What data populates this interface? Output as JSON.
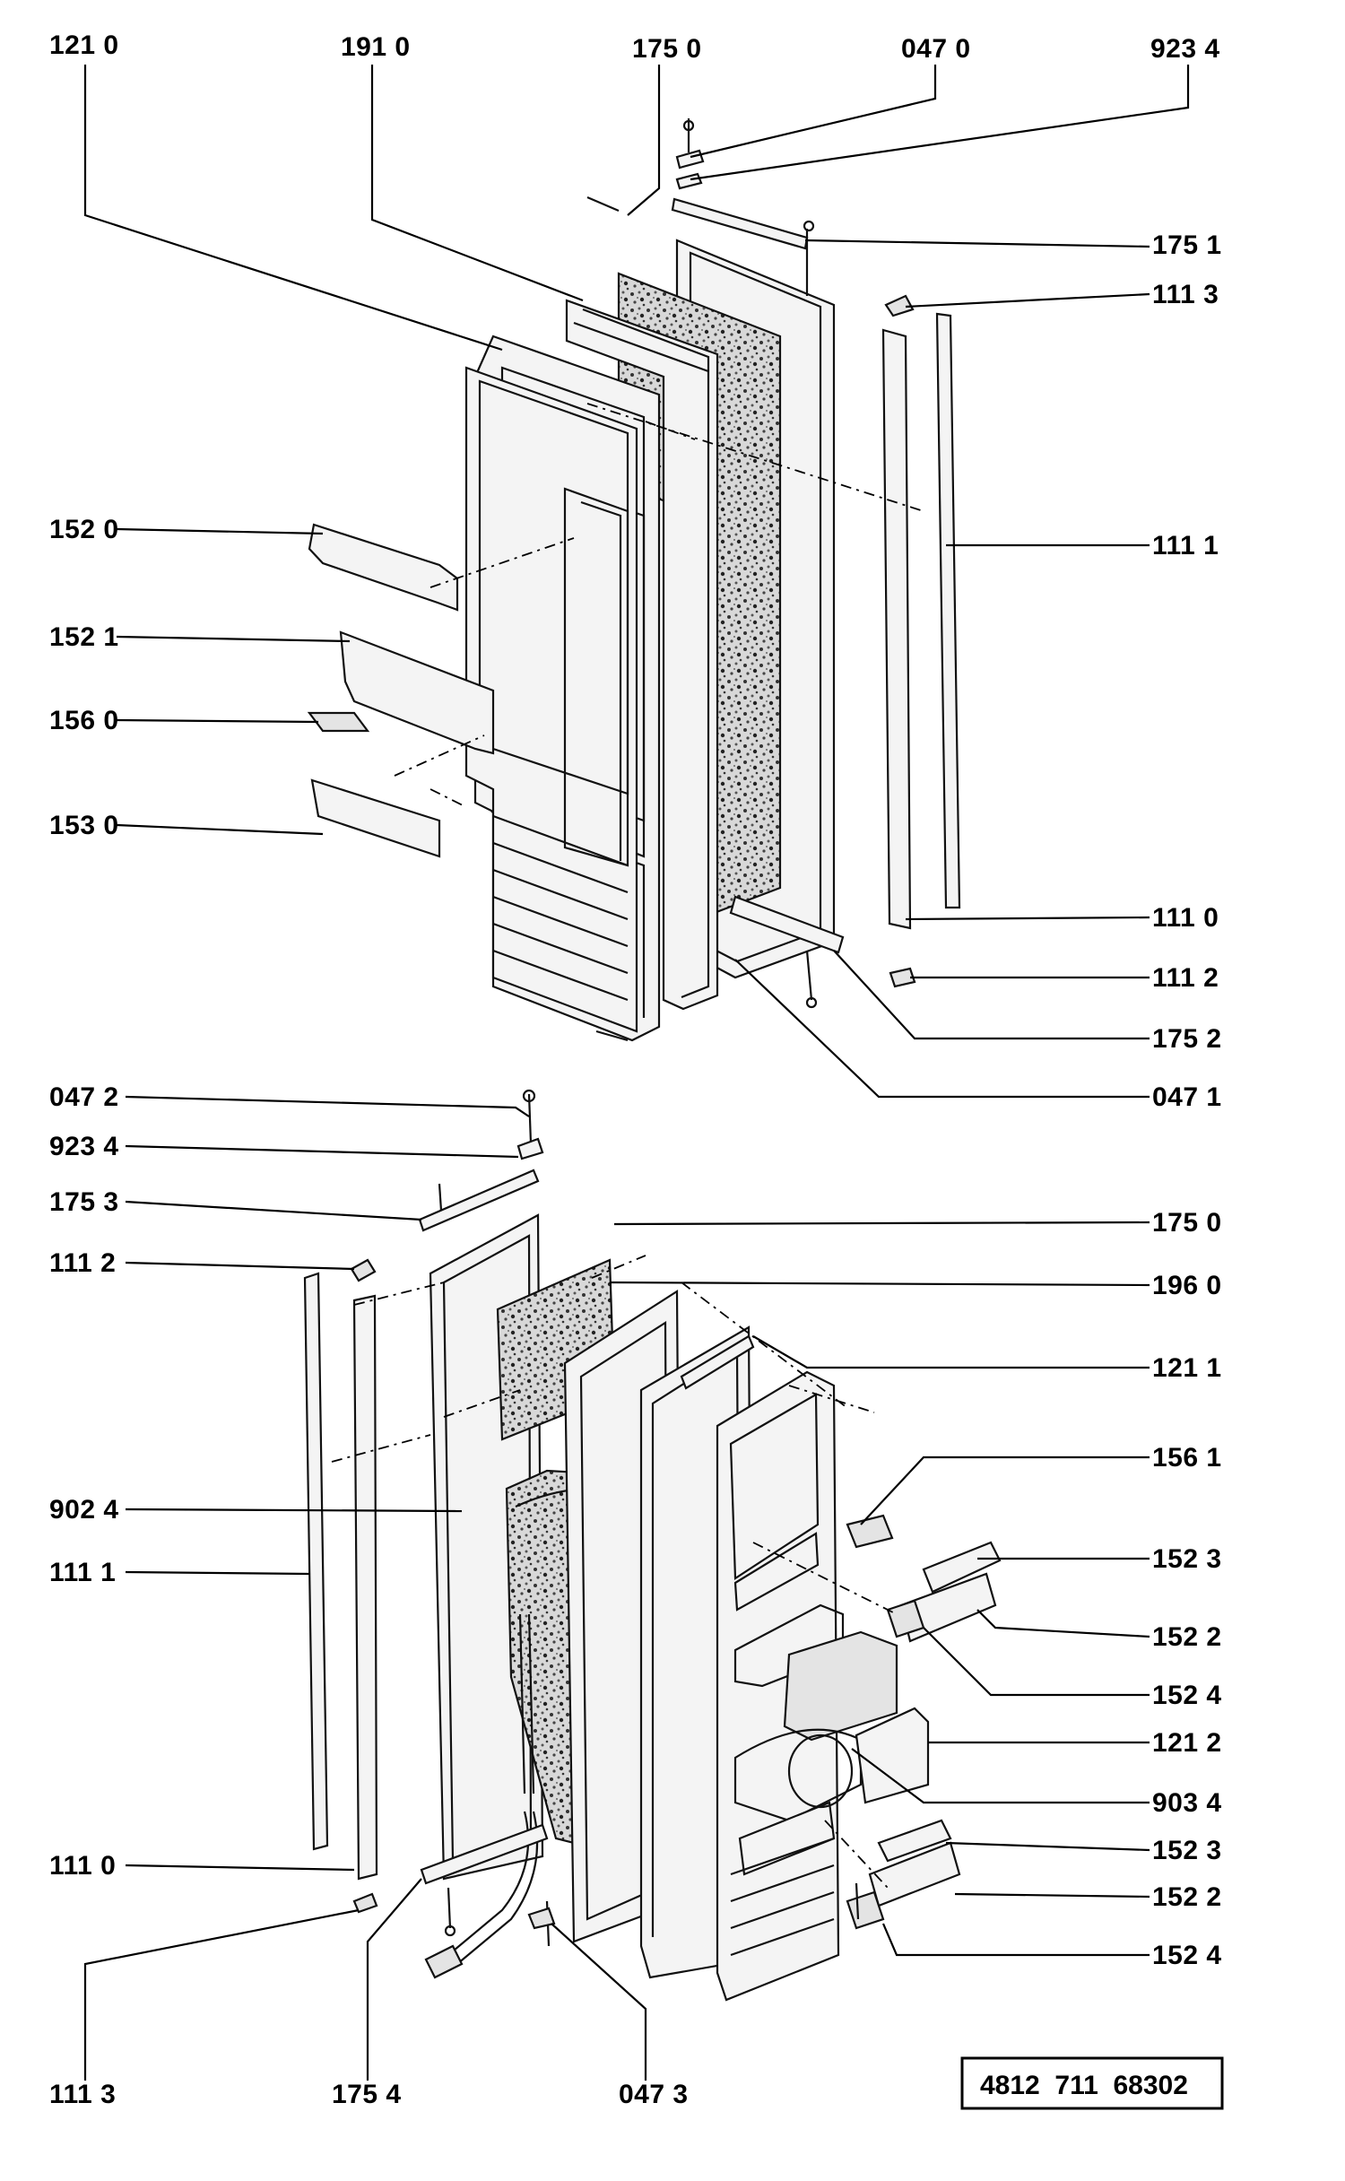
{
  "reference_number": "4812  711  68302",
  "labels": {
    "l1210": "121 0",
    "l1910": "191 0",
    "l1750a": "175 0",
    "l0470": "047 0",
    "l9234a": "923 4",
    "l1751": "175 1",
    "l1113a": "111 3",
    "l1111a": "111 1",
    "l1520": "152 0",
    "l1521": "152 1",
    "l1560": "156 0",
    "l1530": "153 0",
    "l1110a": "111 0",
    "l1112a": "111 2",
    "l1752": "175 2",
    "l0471": "047 1",
    "l0472": "047 2",
    "l9234b": "923 4",
    "l1753": "175 3",
    "l1112b": "111 2",
    "l1750b": "175 0",
    "l1960": "196 0",
    "l1211": "121 1",
    "l1561": "156 1",
    "l9024": "902 4",
    "l1111b": "111 1",
    "l1523a": "152 3",
    "l1522a": "152 2",
    "l1524a": "152 4",
    "l1212": "121 2",
    "l9034": "903 4",
    "l1110b": "111 0",
    "l1523b": "152 3",
    "l1522b": "152 2",
    "l1524b": "152 4",
    "l1113b": "111 3",
    "l1754": "175 4",
    "l0473": "047 3"
  }
}
